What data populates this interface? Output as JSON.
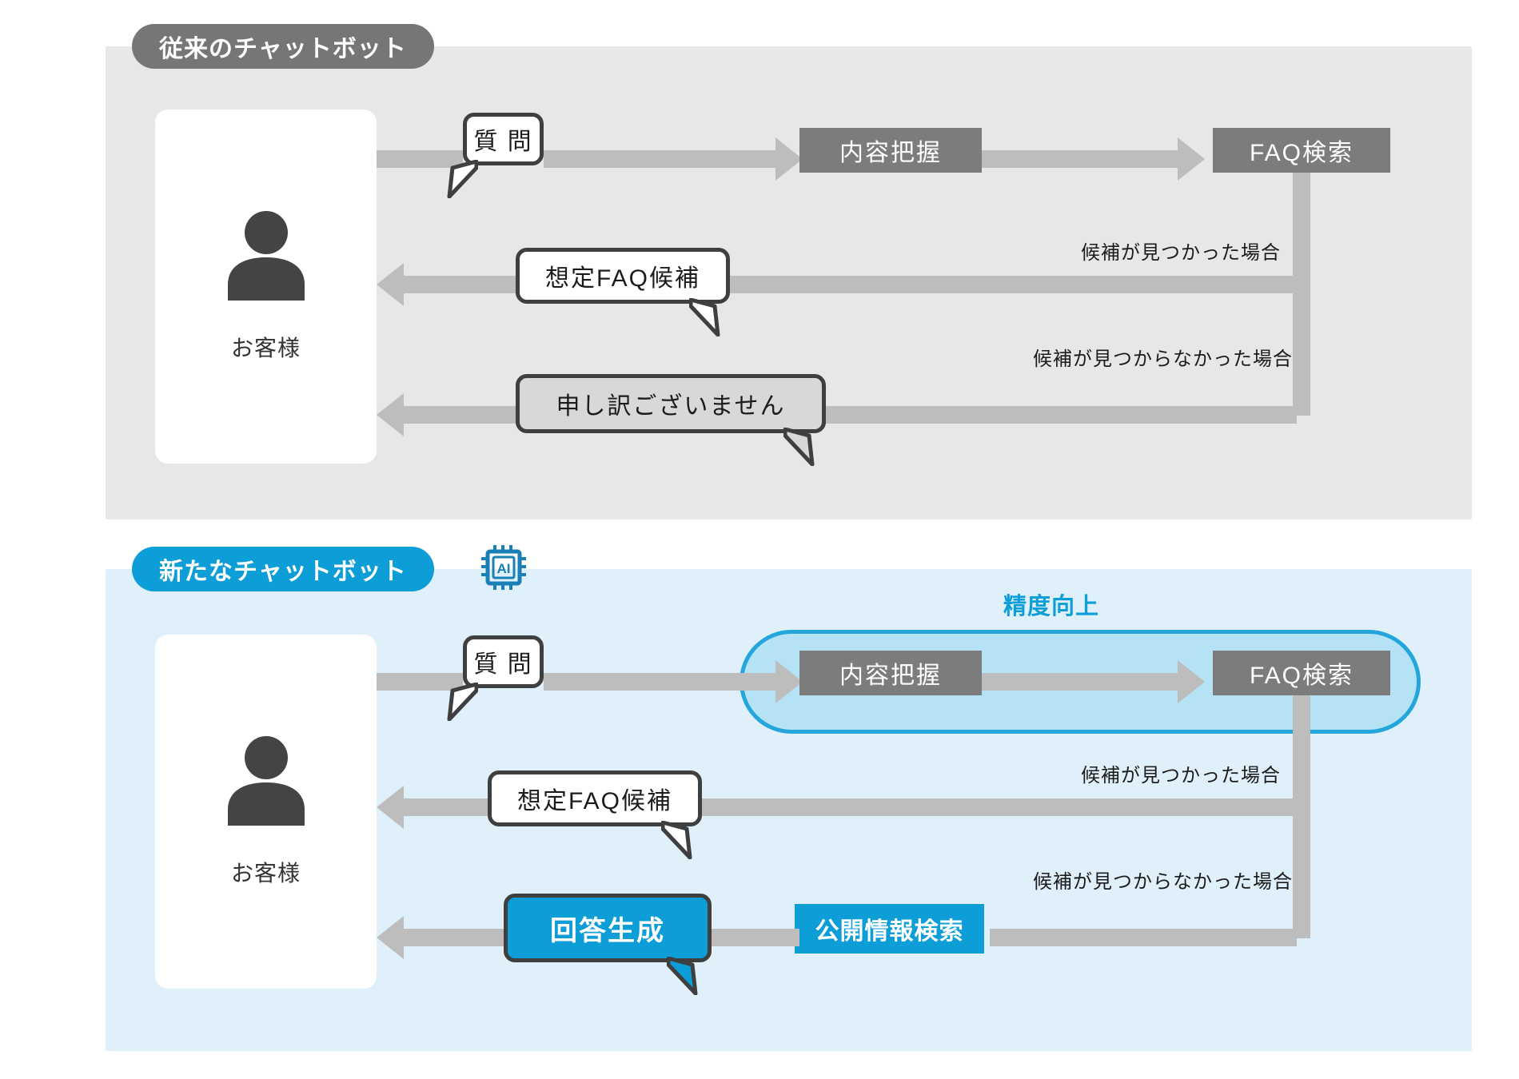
{
  "sections": {
    "old": {
      "title": "従来のチャットボット",
      "customer_label": "お客様",
      "question_bubble": "質 問",
      "step_understand": "内容把握",
      "step_faq_search": "FAQ検索",
      "cond_found": "候補が見つかった場合",
      "cond_not_found": "候補が見つからなかった場合",
      "reply_faq": "想定FAQ候補",
      "reply_apology": "申し訳ございません"
    },
    "new": {
      "title": "新たなチャットボット",
      "ai_badge": "AI",
      "customer_label": "お客様",
      "question_bubble": "質 問",
      "step_understand": "内容把握",
      "step_faq_search": "FAQ検索",
      "accuracy_label": "精度向上",
      "cond_found": "候補が見つかった場合",
      "cond_not_found": "候補が見つからなかった場合",
      "reply_faq": "想定FAQ候補",
      "reply_generate": "回答生成",
      "step_public_search": "公開情報検索"
    }
  },
  "colors": {
    "panel_old_bg": "#e7e7e7",
    "panel_new_bg": "#dff0fa",
    "title_old_bg": "#767676",
    "title_new_bg": "#0d9ed7",
    "process_grey": "#7c7c7c",
    "accent_blue": "#0d9ed7",
    "arrow_grey": "#bdbdbd",
    "highlight_fill": "#b5e2f5",
    "highlight_stroke": "#24a5dc",
    "bubble_border": "#3f3f3f"
  }
}
